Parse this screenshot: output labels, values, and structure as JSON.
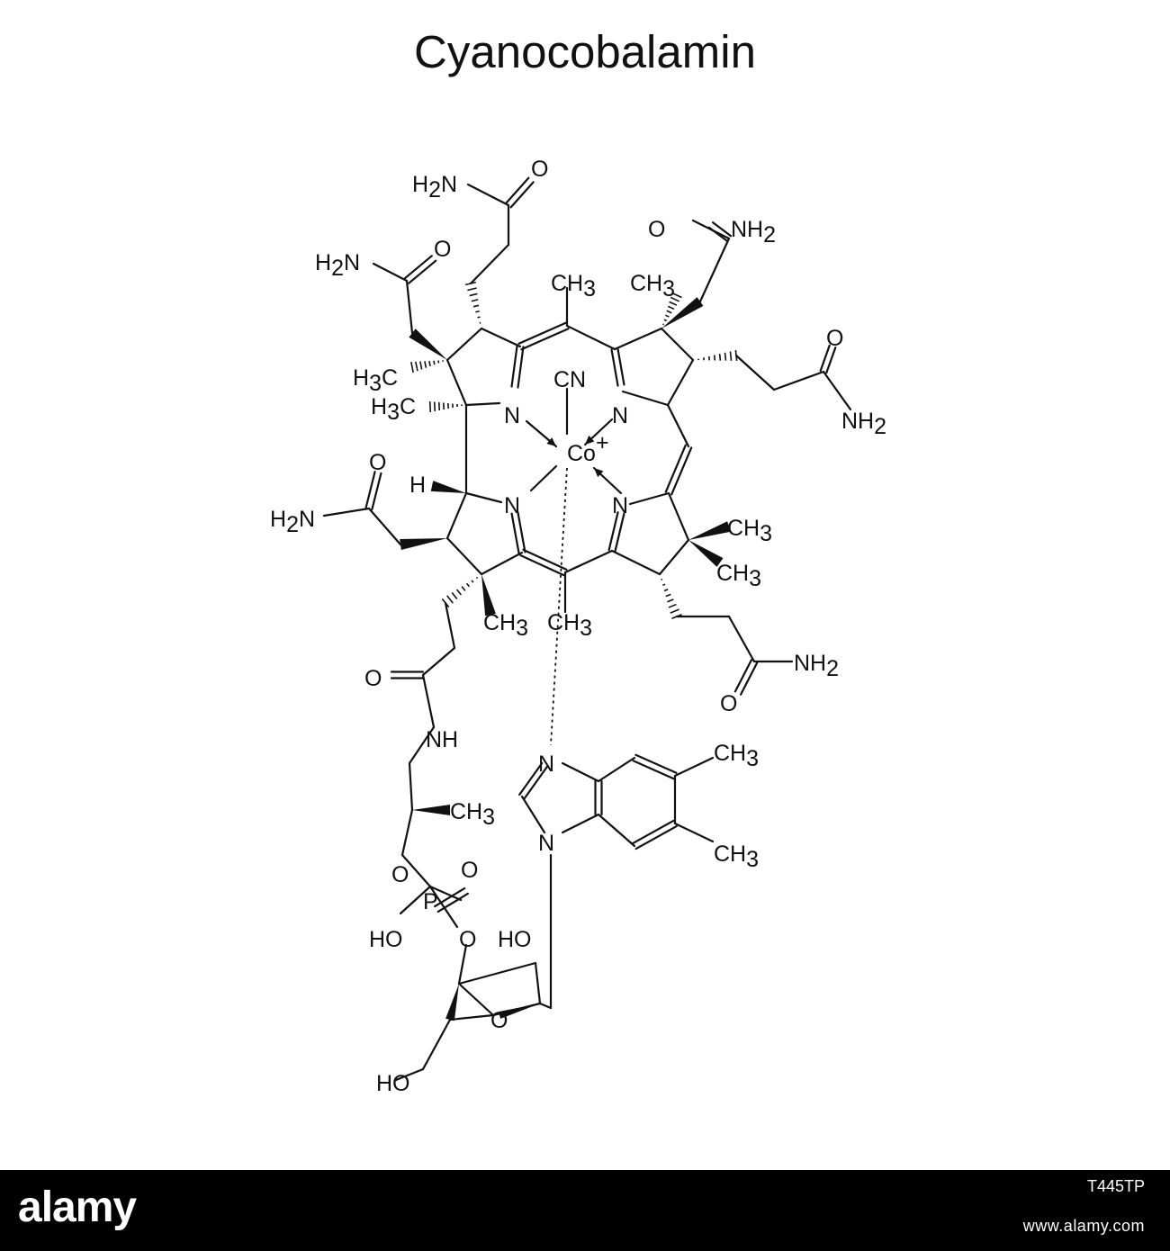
{
  "title": "Cyanocobalamin",
  "labels": {
    "N": "N",
    "O": "O",
    "P": "P",
    "CN": "CN",
    "Co": "Co",
    "plus": "+",
    "H": "H",
    "NH": "NH",
    "HO": "HO",
    "CH": "CH",
    "NH2": "NH",
    "H2N": "H",
    "H3C": "H",
    "three": "3",
    "two": "2",
    "N_trail": "N",
    "C_trail": "C"
  },
  "footer": {
    "brand": "alamy",
    "image_id": "T445TP",
    "site": "www.alamy.com"
  },
  "colors": {
    "ink": "#111111",
    "background": "#ffffff",
    "footer": "#000000"
  }
}
